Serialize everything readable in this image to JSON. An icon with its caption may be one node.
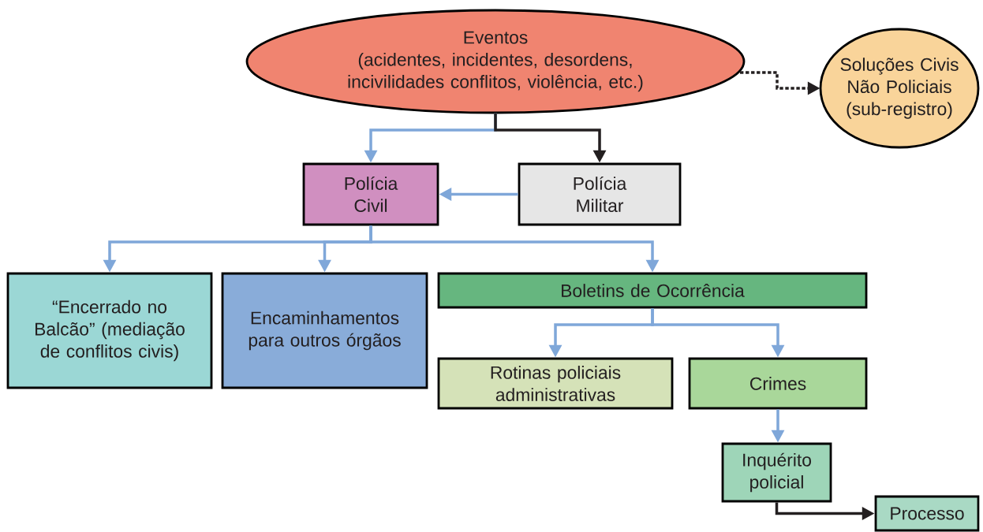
{
  "diagram": {
    "nodes": [
      {
        "text": [
          "Eventos",
          "(acidentes, incidentes, desordens, incivilidades conflitos, violência, etc.)"
        ]
      },
      {
        "text": [
          "Soluções Civis Não Policiais (sub-registro)"
        ]
      },
      {
        "text": [
          "Polícia Civil"
        ]
      },
      {
        "text": [
          "Polícia Militar"
        ]
      },
      {
        "text": [
          "“Encerrado no Balcão” (mediação de conflitos civis)"
        ]
      },
      {
        "text": [
          "Encaminhamentos para outros órgãos"
        ]
      },
      {
        "text": [
          "Boletins de Ocorrência"
        ]
      },
      {
        "text": [
          "Rotinas policiais administrativas"
        ]
      },
      {
        "text": [
          "Crimes"
        ]
      },
      {
        "text": [
          "Inquérito policial"
        ]
      },
      {
        "text": [
          "Processo"
        ]
      }
    ],
    "edges": [
      {
        "from": 0,
        "to": 1,
        "arrow": "to",
        "style": "dashed",
        "color": "#231f20"
      },
      {
        "from": 0,
        "to": 2,
        "arrow": "to"
      },
      {
        "from": 0,
        "to": 3,
        "arrow": "to",
        "color": "#231f20"
      },
      {
        "from": 3,
        "to": 2,
        "arrow": "to"
      },
      {
        "from": 2,
        "to": 4,
        "arrow": "to"
      },
      {
        "from": 2,
        "to": 5,
        "arrow": "to"
      },
      {
        "from": 2,
        "to": 6,
        "arrow": "to"
      },
      {
        "from": 6,
        "to": 7,
        "arrow": "to"
      },
      {
        "from": 6,
        "to": 8,
        "arrow": "to"
      },
      {
        "from": 8,
        "to": 9,
        "arrow": "to"
      },
      {
        "from": 9,
        "to": 10,
        "arrow": "to",
        "color": "#231f20"
      }
    ]
  }
}
